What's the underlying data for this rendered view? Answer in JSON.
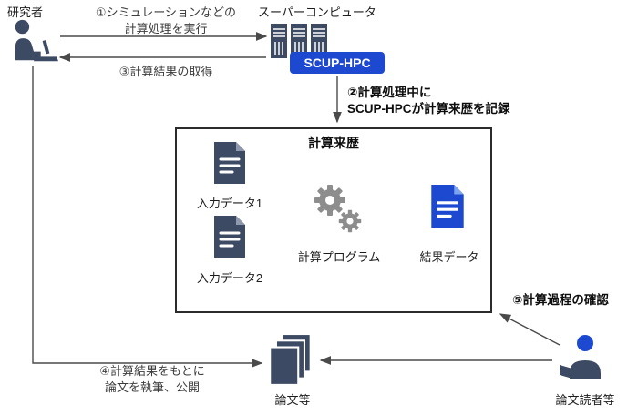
{
  "colors": {
    "navy": "#3d4a63",
    "accent_blue": "#1d49d0",
    "gear_gray": "#8d8d8d",
    "arrow": "#4a4a4a",
    "box_border": "#2b2b2b",
    "doc_fold": "#8e99ad",
    "result_fold": "#7da3ee"
  },
  "actors": {
    "researcher": {
      "label": "研究者"
    },
    "supercomputer": {
      "label": "スーパーコンピュータ",
      "badge": "SCUP-HPC"
    },
    "papers": {
      "label": "論文等"
    },
    "readers": {
      "label": "論文読者等"
    }
  },
  "steps": {
    "step1": {
      "line1": "①シミュレーションなどの",
      "line2": "計算処理を実行"
    },
    "step2": {
      "line1": "②計算処理中に",
      "line2": "SCUP-HPCが計算来歴を記録"
    },
    "step3": {
      "label": "③計算結果の取得"
    },
    "step4": {
      "line1": "④計算結果をもとに",
      "line2": "論文を執筆、公開"
    },
    "step5": {
      "label": "⑤計算過程の確認"
    }
  },
  "provenance_box": {
    "title": "計算来歴",
    "input1": "入力データ1",
    "input2": "入力データ2",
    "program": "計算プログラム",
    "result": "結果データ"
  }
}
